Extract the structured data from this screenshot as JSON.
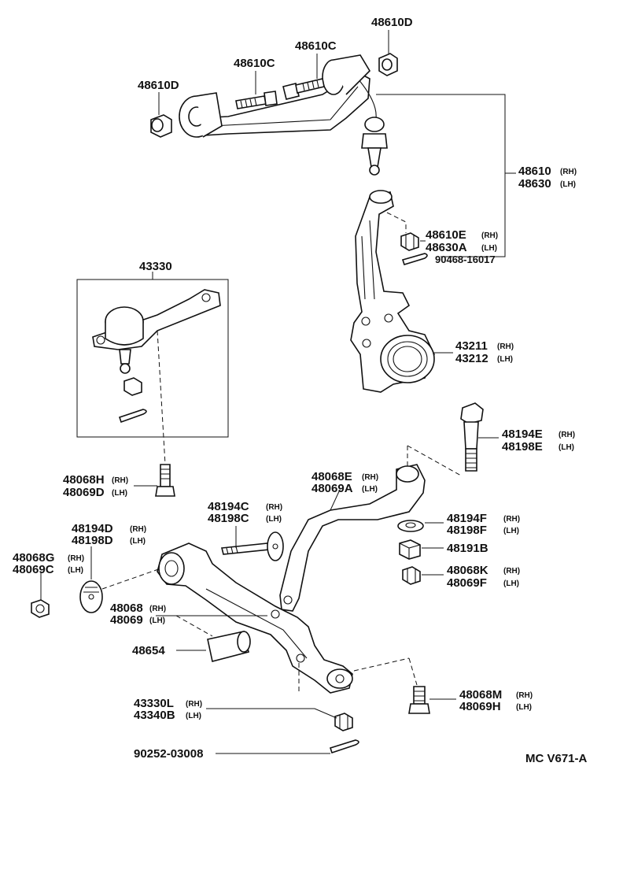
{
  "diagram": {
    "code": "MC V671-A",
    "parts": {
      "nut_upper_left": "48610D",
      "nut_upper_right": "48610D",
      "bolt_upper_left": "48610C",
      "bolt_upper_right": "48610C",
      "arm_upper_rh": "48610",
      "arm_upper_lh": "48630",
      "nut_castle_rh": "48610E",
      "nut_castle_lh": "48630A",
      "cotter_pin_upper": "90468-16017",
      "ball_joint_lower": "43330",
      "knuckle_rh": "43211",
      "knuckle_lh": "43212",
      "bolt_strut_rh": "48194E",
      "bolt_strut_lh": "48198E",
      "bolt_lower_a_rh": "48068H",
      "bolt_lower_a_lh": "48069D",
      "strut_bar_rh": "48068E",
      "strut_bar_lh": "48069A",
      "bolt_cam_rh": "48194C",
      "bolt_cam_lh": "48198C",
      "washer_rh": "48194F",
      "washer_lh": "48198F",
      "nut_48191b": "48191B",
      "nut_k_rh": "48068K",
      "nut_k_lh": "48069F",
      "cam_plate_rh": "48194D",
      "cam_plate_lh": "48198D",
      "nut_g_rh": "48068G",
      "nut_g_lh": "48069C",
      "arm_lower_rh": "48068",
      "arm_lower_lh": "48069",
      "bushing": "48654",
      "nut_lower_rh": "43330L",
      "nut_lower_lh": "43340B",
      "cotter_pin_lower": "90252-03008",
      "bolt_m_rh": "48068M",
      "bolt_m_lh": "48069H"
    },
    "side": {
      "rh": "(RH)",
      "lh": "(LH)"
    }
  }
}
